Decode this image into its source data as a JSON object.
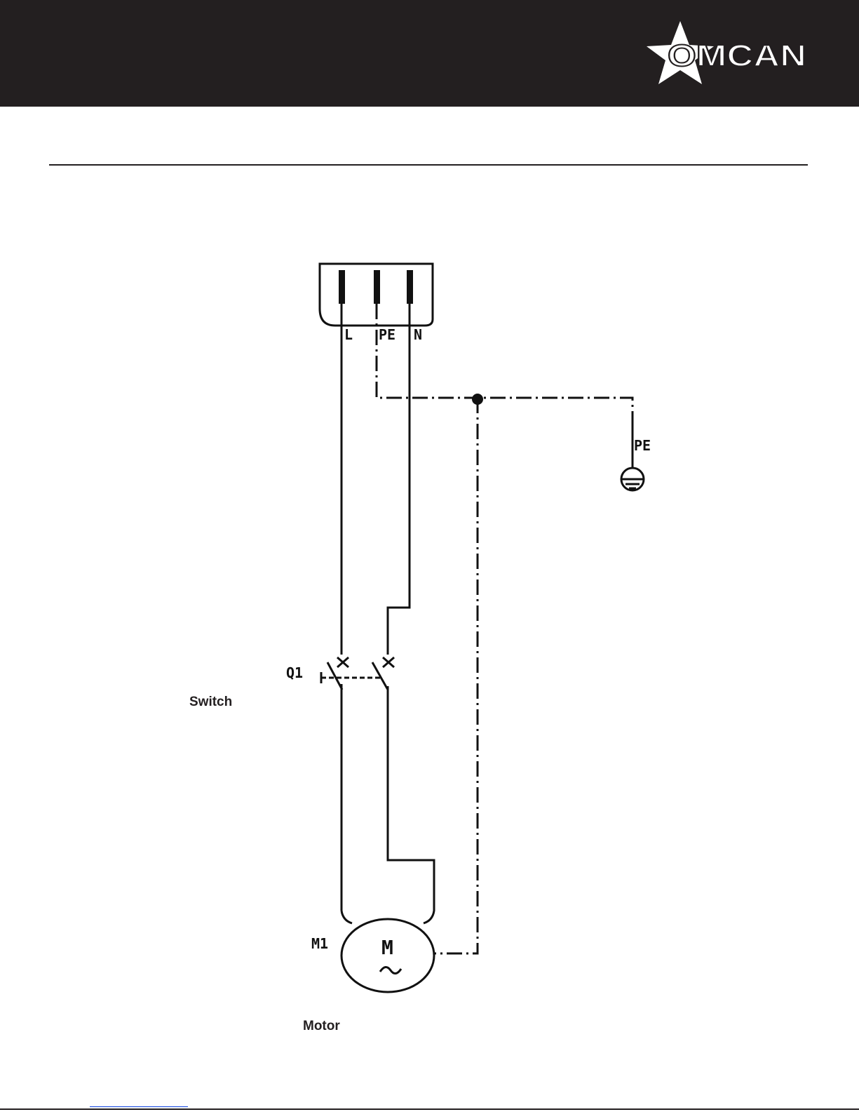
{
  "brand": {
    "logo_text": "OMCAN"
  },
  "labels": {
    "switch": "Switch",
    "motor": "Motor"
  },
  "diagram": {
    "terminal_L": "L",
    "terminal_PE": "PE",
    "terminal_N": "N",
    "earth_label": "PE",
    "switch_ref": "Q1",
    "motor_ref": "M1",
    "motor_symbol": "M",
    "motor_ac": "~"
  },
  "colors": {
    "header_bg": "#231f20",
    "line": "#111111",
    "link_underline": "#0a3ee0"
  }
}
